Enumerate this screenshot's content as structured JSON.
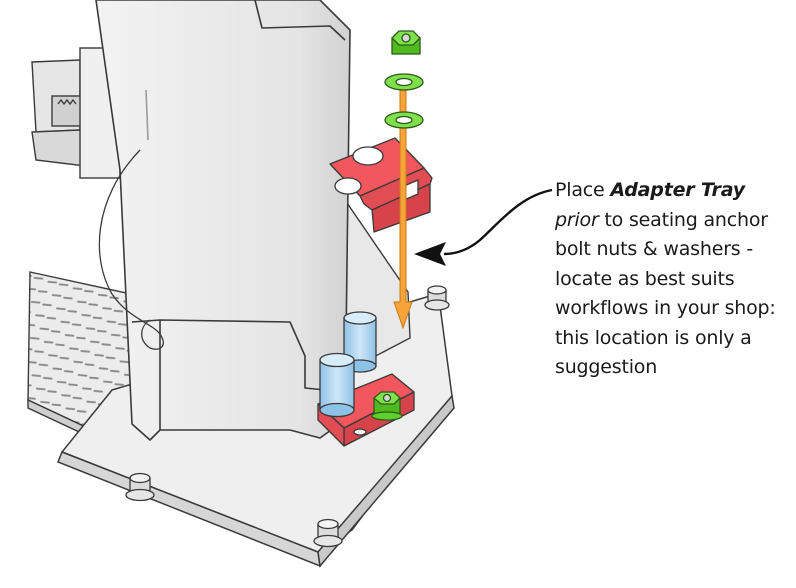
{
  "callout": {
    "prefix": "Place ",
    "bold_italic": "Adapter Tray",
    "italic": "prior",
    "body": " to seating anchor bolt nuts & washers - locate as best suits workflows in your shop: this location is only a suggestion"
  },
  "colors": {
    "tray_red": "#f2575d",
    "hardware_green": "#5fcf2c",
    "arrow_orange": "#f6a33a",
    "cup_blue": "#a9d2ee",
    "metal_light": "#eeeeee",
    "outline": "#3a3a3a"
  },
  "icons": {
    "leader_arrow": "curved-leader-arrow-icon",
    "direction_arrow": "down-arrow-icon"
  }
}
